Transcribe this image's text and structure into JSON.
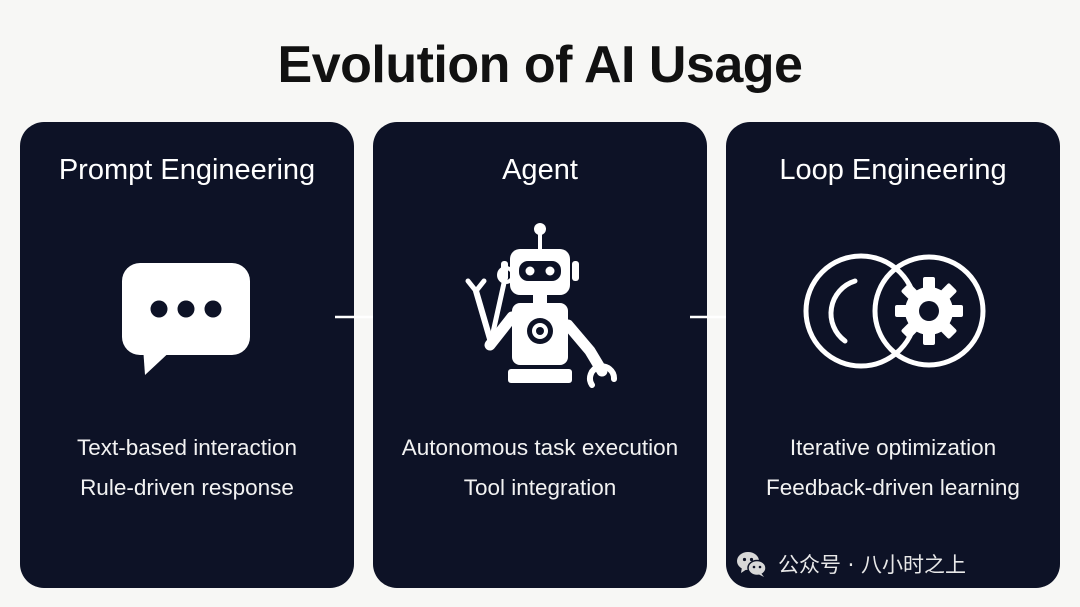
{
  "title": "Evolution of AI Usage",
  "colors": {
    "background": "#f7f7f5",
    "card": "#0d1226",
    "text_on_card": "#ffffff",
    "title": "#111111"
  },
  "stages": [
    {
      "title": "Prompt Engineering",
      "icon": "chat-bubble-icon",
      "lines": [
        "Text-based interaction",
        "Rule-driven response"
      ]
    },
    {
      "title": "Agent",
      "icon": "robot-with-wrench-icon",
      "lines": [
        "Autonomous task execution",
        "Tool integration"
      ]
    },
    {
      "title": "Loop Engineering",
      "icon": "loop-gear-icon",
      "lines": [
        "Iterative optimization",
        "Feedback-driven learning"
      ]
    }
  ],
  "arrows": [
    "right-arrow-icon",
    "right-arrow-icon"
  ],
  "watermark": {
    "icon": "wechat-icon",
    "text": "公众号 · 八小时之上"
  }
}
